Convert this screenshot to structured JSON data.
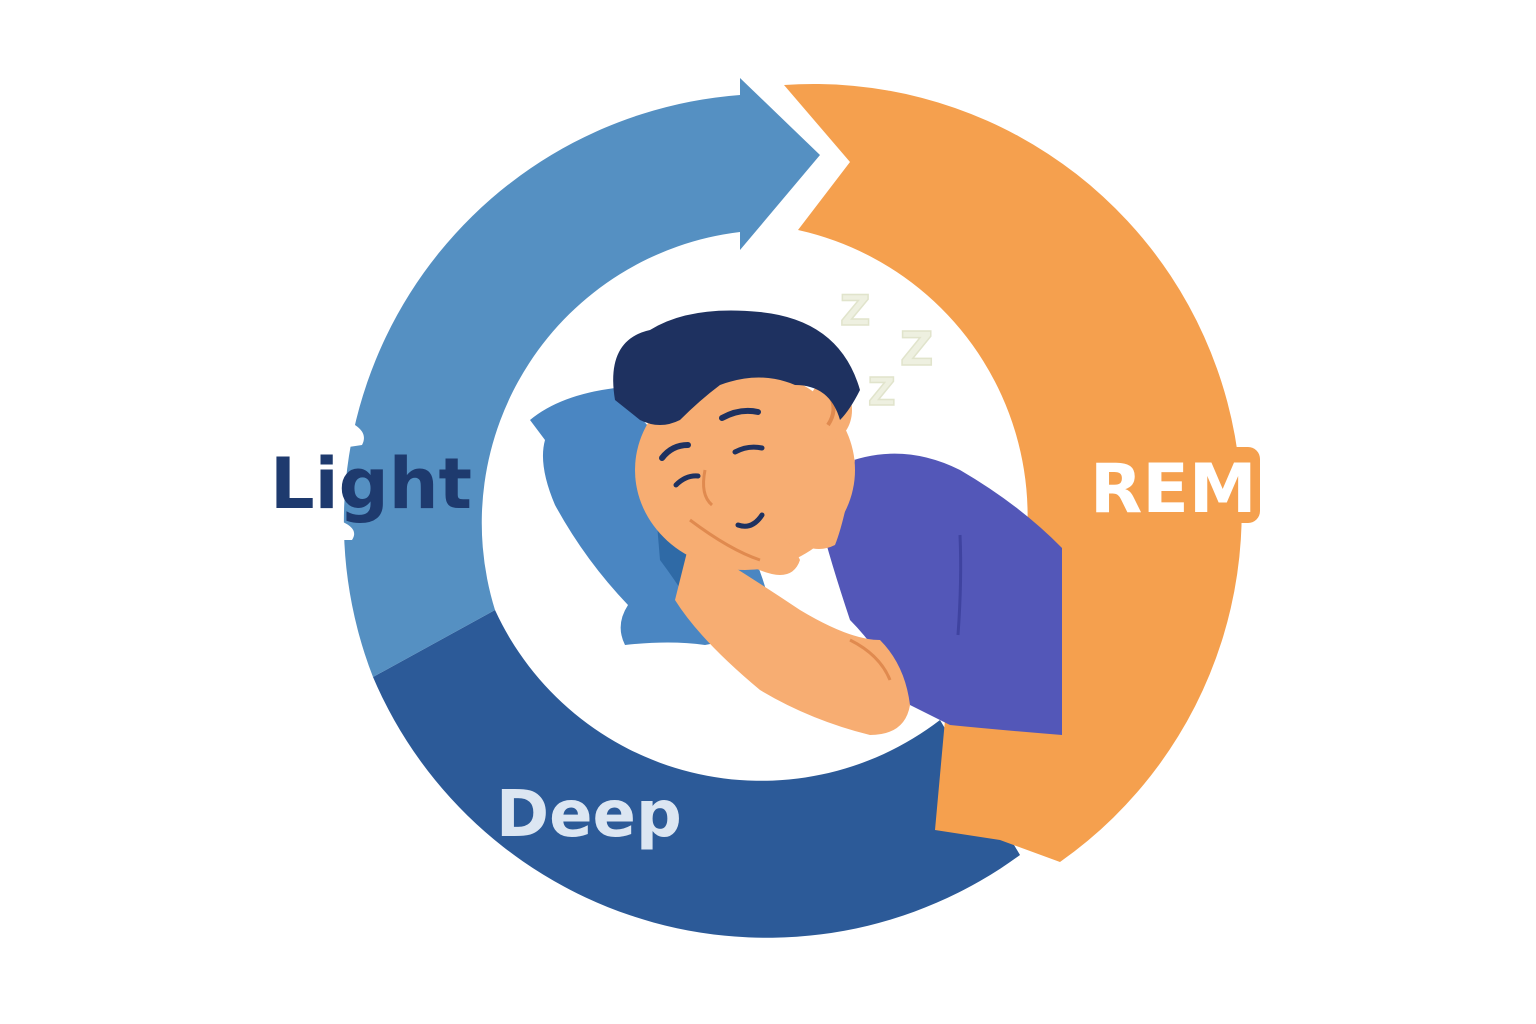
{
  "diagram": {
    "stages": {
      "light": {
        "label": "Light",
        "segment_color": "#5590c2",
        "label_color": "#1e3a6e"
      },
      "deep": {
        "label": "Deep",
        "segment_color": "#2c5a98",
        "label_color": "#dce6f2"
      },
      "rem": {
        "label": "REM",
        "segment_color": "#f5a04e",
        "label_color": "#ffffff"
      }
    },
    "snore": [
      "Z",
      "Z",
      "Z"
    ],
    "icons": {
      "cycle": "cycle-arrows-icon",
      "sleeper": "sleeping-person-illustration",
      "snore": "zzz-icon"
    },
    "colors": {
      "background": "#ffffff",
      "hair": "#1e3160",
      "skin": "#f7ad72",
      "skin_shadow": "#e08a4f",
      "shirt": "#5357b8",
      "pillow": "#4a86c2",
      "pillow_shadow": "#2f6aa6",
      "snore": "#eef0e0"
    }
  }
}
